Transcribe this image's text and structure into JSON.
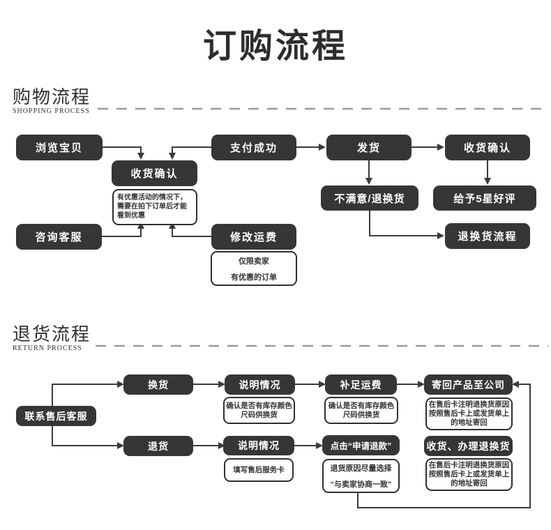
{
  "title": "订购流程",
  "colors": {
    "box_bg": "#363636",
    "box_text": "#ffffff",
    "note_border": "#2f2f2f",
    "note_text": "#333333",
    "connector": "#3a3a3a",
    "dash_line": "#9a9a9a",
    "title_color": "#2d2d2d"
  },
  "shopping": {
    "heading": "购物流程",
    "subheading": "SHOPPING PROCESS",
    "nodes": {
      "browse": "浏览宝贝",
      "confirm_center": "收货确认",
      "note_center": "有优惠活动的情况下，需要在拍下订单后才能看到优惠",
      "consult": "咨询客服",
      "pay": "支付成功",
      "ship": "发货",
      "confirm_right": "收货确认",
      "unsatisfied": "不满意/退换货",
      "five_star": "给予5星好评",
      "modify": "修改运费",
      "note_modify_1": "仅限卖家",
      "note_modify_2": "有优惠的订单",
      "return_entry": "退换货流程"
    },
    "edges": [
      "browse -> confirm_center",
      "pay -> confirm_center",
      "consult -> note_center",
      "modify -> note_center",
      "pay -> ship",
      "ship -> confirm_right",
      "ship -> unsatisfied",
      "confirm_right -> five_star",
      "unsatisfied -> return_entry"
    ]
  },
  "returns": {
    "heading": "退货流程",
    "subheading": "RETURN PROCESS",
    "nodes": {
      "contact": "联系售后客服",
      "exchange": "换货",
      "explain_top": "说明情况",
      "note_stock_top": "确认是否有库存颜色尺码供换货",
      "makeup_fee": "补足运费",
      "note_stock_mid": "确认是否有库存颜色尺码供换货",
      "send_back": "寄回产品至公司",
      "note_send_back": "在售后卡注明退换货原因按照售后卡上或发货单上的地址寄回",
      "refund": "退货",
      "explain_bottom": "说明情况",
      "note_fill_card": "填写售后服务卡",
      "click_refund": "点击“申请退款”",
      "note_refund_1": "退货原因尽量选择",
      "note_refund_2": "“与卖家协商一致”",
      "receive_process": "收货、办理退换货",
      "note_receive": "在售后卡注明退换货原因按照售后卡上或发货单上的地址寄回"
    },
    "edges": [
      "contact -> exchange",
      "contact -> refund",
      "exchange -> explain_top",
      "explain_top -> makeup_fee",
      "makeup_fee -> send_back",
      "refund -> explain_bottom",
      "explain_bottom -> click_refund",
      "click_refund -> send_back"
    ]
  }
}
